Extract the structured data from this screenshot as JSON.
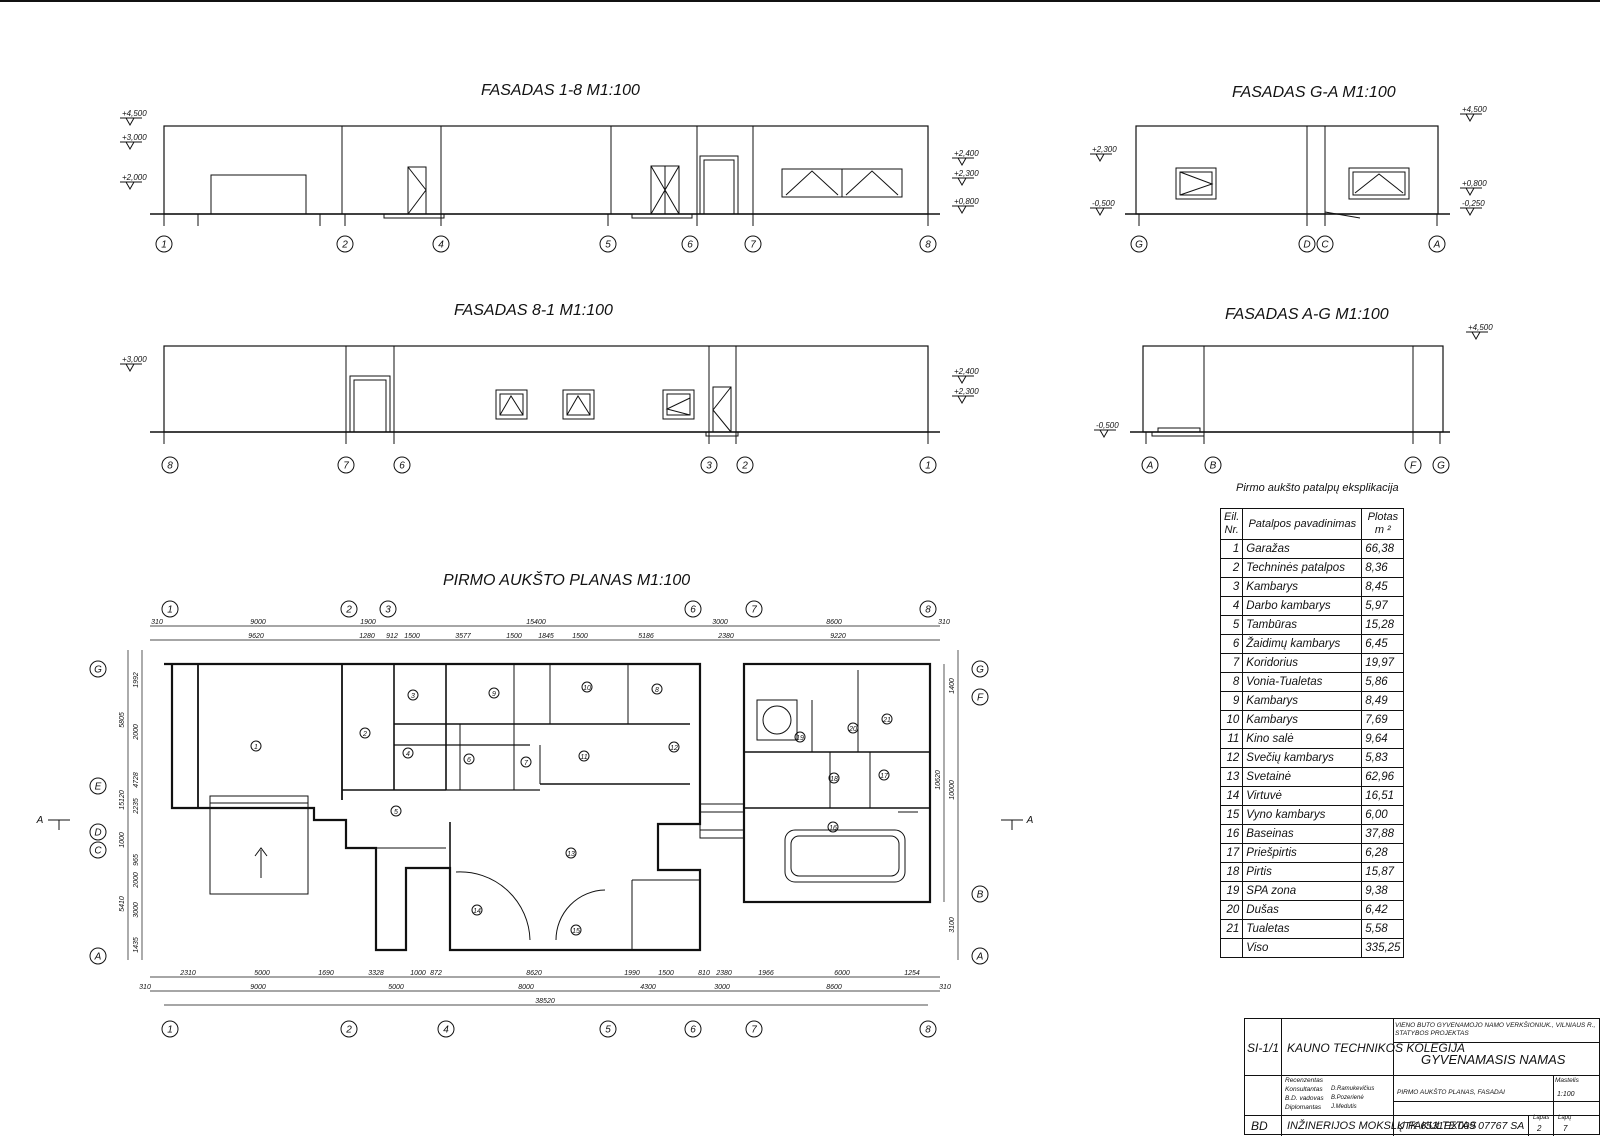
{
  "titles": {
    "facade_1_8": "FASADAS 1-8 M1:100",
    "facade_g_a": "FASADAS G-A M1:100",
    "facade_8_1": "FASADAS 8-1 M1:100",
    "facade_a_g": "FASADAS A-G M1:100",
    "plan": "PIRMO AUKŠTO PLANAS  M1:100"
  },
  "levels": {
    "f18_left": [
      "+4,500",
      "+3,000",
      "+2,000"
    ],
    "f18_right": [
      "+2,400",
      "+2,300",
      "+0,800"
    ],
    "fga_left": [
      "+2,300",
      "-0,500"
    ],
    "fga_right": [
      "+4,500",
      "+0,800",
      "-0,250"
    ],
    "f81_left": [
      "+3,000"
    ],
    "f81_right": [
      "+2,400",
      "+2,300"
    ],
    "fag_left": [
      "-0,500"
    ],
    "fag_right": [
      "+4,500"
    ]
  },
  "axes": {
    "f18": [
      "1",
      "2",
      "4",
      "5",
      "6",
      "7",
      "8"
    ],
    "fga": [
      "G",
      "D",
      "C",
      "A"
    ],
    "f81": [
      "8",
      "7",
      "6",
      "3",
      "2",
      "1"
    ],
    "fag": [
      "A",
      "B",
      "F",
      "G"
    ],
    "plan_top": [
      "1",
      "2",
      "3",
      "6",
      "7",
      "8"
    ],
    "plan_bottom": [
      "1",
      "2",
      "4",
      "5",
      "6",
      "7",
      "8"
    ],
    "plan_left": [
      "G",
      "E",
      "D",
      "C",
      "A"
    ],
    "plan_right": [
      "G",
      "F",
      "B",
      "A"
    ]
  },
  "plan_dims": {
    "top_row1": [
      "310",
      "9000",
      "1900",
      "15400",
      "3000",
      "8600",
      "310"
    ],
    "top_row2": [
      "9620",
      "1280",
      "912",
      "1500",
      "3577",
      "1500",
      "1845",
      "1500",
      "5186",
      "2380",
      "9220"
    ],
    "bottom_row1": [
      "2310",
      "5000",
      "1690",
      "3328",
      "1000",
      "872",
      "8620",
      "1990",
      "1500",
      "810",
      "2380",
      "1966",
      "6000",
      "1254"
    ],
    "bottom_row2": [
      "310",
      "9000",
      "5000",
      "8000",
      "4300",
      "3000",
      "8600",
      "310"
    ],
    "bottom_total": "38520",
    "left_row1": [
      "1992",
      "5805",
      "2000",
      "4728",
      "15120",
      "2235",
      "1000",
      "965",
      "2000",
      "5410",
      "3000",
      "1435"
    ],
    "right": [
      "1400",
      "10620",
      "10000",
      "3100"
    ],
    "room_numbers": [
      "1",
      "2",
      "3",
      "4",
      "5",
      "6",
      "7",
      "8",
      "9",
      "10",
      "11",
      "12",
      "13",
      "14",
      "15",
      "16",
      "17",
      "18",
      "19",
      "20",
      "21"
    ],
    "section_mark": "A"
  },
  "explication": {
    "caption": "Pirmo aukšto patalpų eksplikacija",
    "header": {
      "nr": "Eil. Nr.",
      "name": "Patalpos pavadinimas",
      "area": "Plotas m ²"
    },
    "rows": [
      {
        "nr": "1",
        "name": "Garažas",
        "area": "66,38"
      },
      {
        "nr": "2",
        "name": "Techninės patalpos",
        "area": "8,36"
      },
      {
        "nr": "3",
        "name": "Kambarys",
        "area": "8,45"
      },
      {
        "nr": "4",
        "name": "Darbo kambarys",
        "area": "5,97"
      },
      {
        "nr": "5",
        "name": "Tambūras",
        "area": "15,28"
      },
      {
        "nr": "6",
        "name": "Žaidimų kambarys",
        "area": "6,45"
      },
      {
        "nr": "7",
        "name": "Koridorius",
        "area": "19,97"
      },
      {
        "nr": "8",
        "name": "Vonia-Tualetas",
        "area": "5,86"
      },
      {
        "nr": "9",
        "name": "Kambarys",
        "area": "8,49"
      },
      {
        "nr": "10",
        "name": "Kambarys",
        "area": "7,69"
      },
      {
        "nr": "11",
        "name": "Kino salė",
        "area": "9,64"
      },
      {
        "nr": "12",
        "name": "Svečių kambarys",
        "area": "5,83"
      },
      {
        "nr": "13",
        "name": "Svetainė",
        "area": "62,96"
      },
      {
        "nr": "14",
        "name": "Virtuvė",
        "area": "16,51"
      },
      {
        "nr": "15",
        "name": "Vyno kambarys",
        "area": "6,00"
      },
      {
        "nr": "16",
        "name": "Baseinas",
        "area": "37,88"
      },
      {
        "nr": "17",
        "name": "Priešpirtis",
        "area": "6,28"
      },
      {
        "nr": "18",
        "name": "Pirtis",
        "area": "15,87"
      },
      {
        "nr": "19",
        "name": "SPA zona",
        "area": "9,38"
      },
      {
        "nr": "20",
        "name": "Dušas",
        "area": "6,42"
      },
      {
        "nr": "21",
        "name": "Tualetas",
        "area": "5,58"
      }
    ],
    "total": {
      "name": "Viso",
      "area": "335,25"
    }
  },
  "stamp": {
    "sheet_code": "SI-1/1",
    "institution": "KAUNO TECHNIKOS KOLEGIJA",
    "project": "VIENO BUTO GYVENAMOJO NAMO VERKŠIONIUK., VILNIAUS R., STATYBOS PROJEKTAS",
    "roles": [
      "Recenzentas",
      "Konsultantas",
      "B.D. vadovas",
      "Diplomantas"
    ],
    "names": [
      "",
      "D.Ramukevičius",
      "B.Pozerienė",
      "J.Medutis"
    ],
    "building": "GYVENAMASIS NAMAS",
    "drawing": "PIRMO AUKŠTO PLANAS, FASADAI",
    "scale_label": "Mastelis",
    "scale": "1:100",
    "degree": "BD",
    "faculty": "INŽINERIJOS MOKSLŲ FAKULTETAS",
    "doc_code": "KTK 6531EX009 07767 SA",
    "sheet_label": "Lapas",
    "sheets_label": "Lapų",
    "sheet": "2",
    "sheets": "7"
  }
}
